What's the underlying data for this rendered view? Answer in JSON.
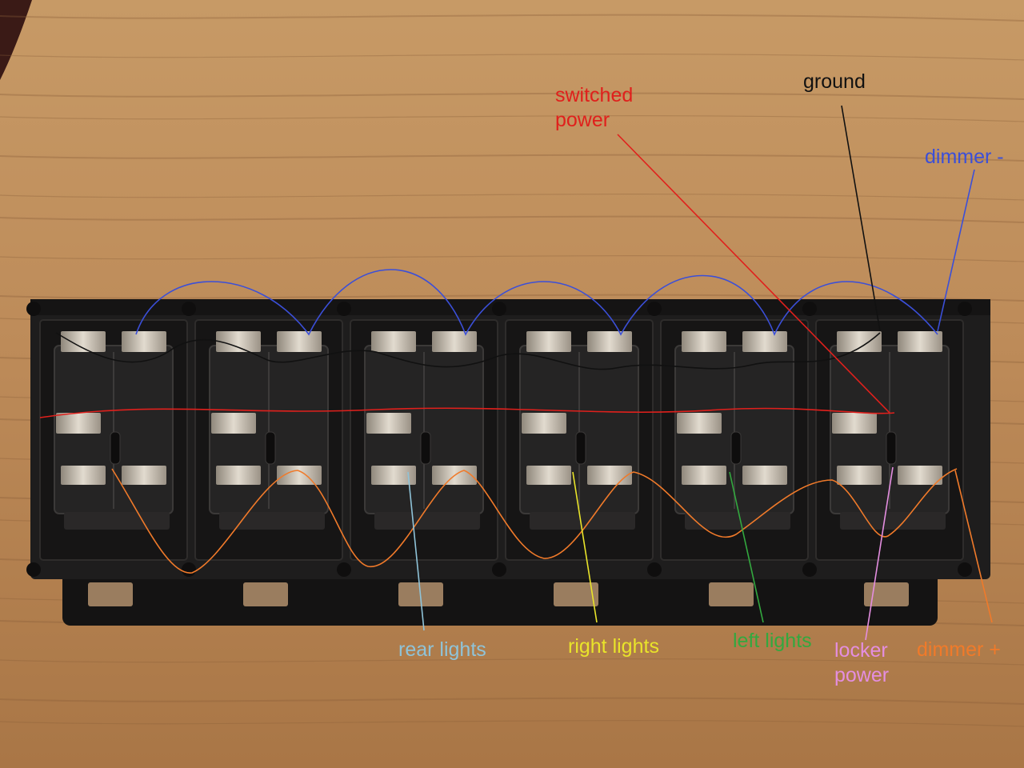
{
  "colors": {
    "table": "#b98755",
    "table_dark": "#8a5f38",
    "housing": "#1b1a1a",
    "terminal": "#b9b2a6",
    "switched_power": "#e0201c",
    "ground": "#111111",
    "dimmer_minus": "#3b4fd8",
    "rear_lights": "#8fc3d8",
    "right_lights": "#e9e42a",
    "left_lights": "#33a83f",
    "locker_power": "#e48ee0",
    "dimmer_plus": "#f07a2a"
  },
  "labels": {
    "switched_power": "switched\npower",
    "ground": "ground",
    "dimmer_minus": "dimmer -",
    "rear_lights": "rear lights",
    "right_lights": "right lights",
    "left_lights": "left lights",
    "locker_power": "locker\npower",
    "dimmer_plus": "dimmer +"
  },
  "switch_count": 6
}
